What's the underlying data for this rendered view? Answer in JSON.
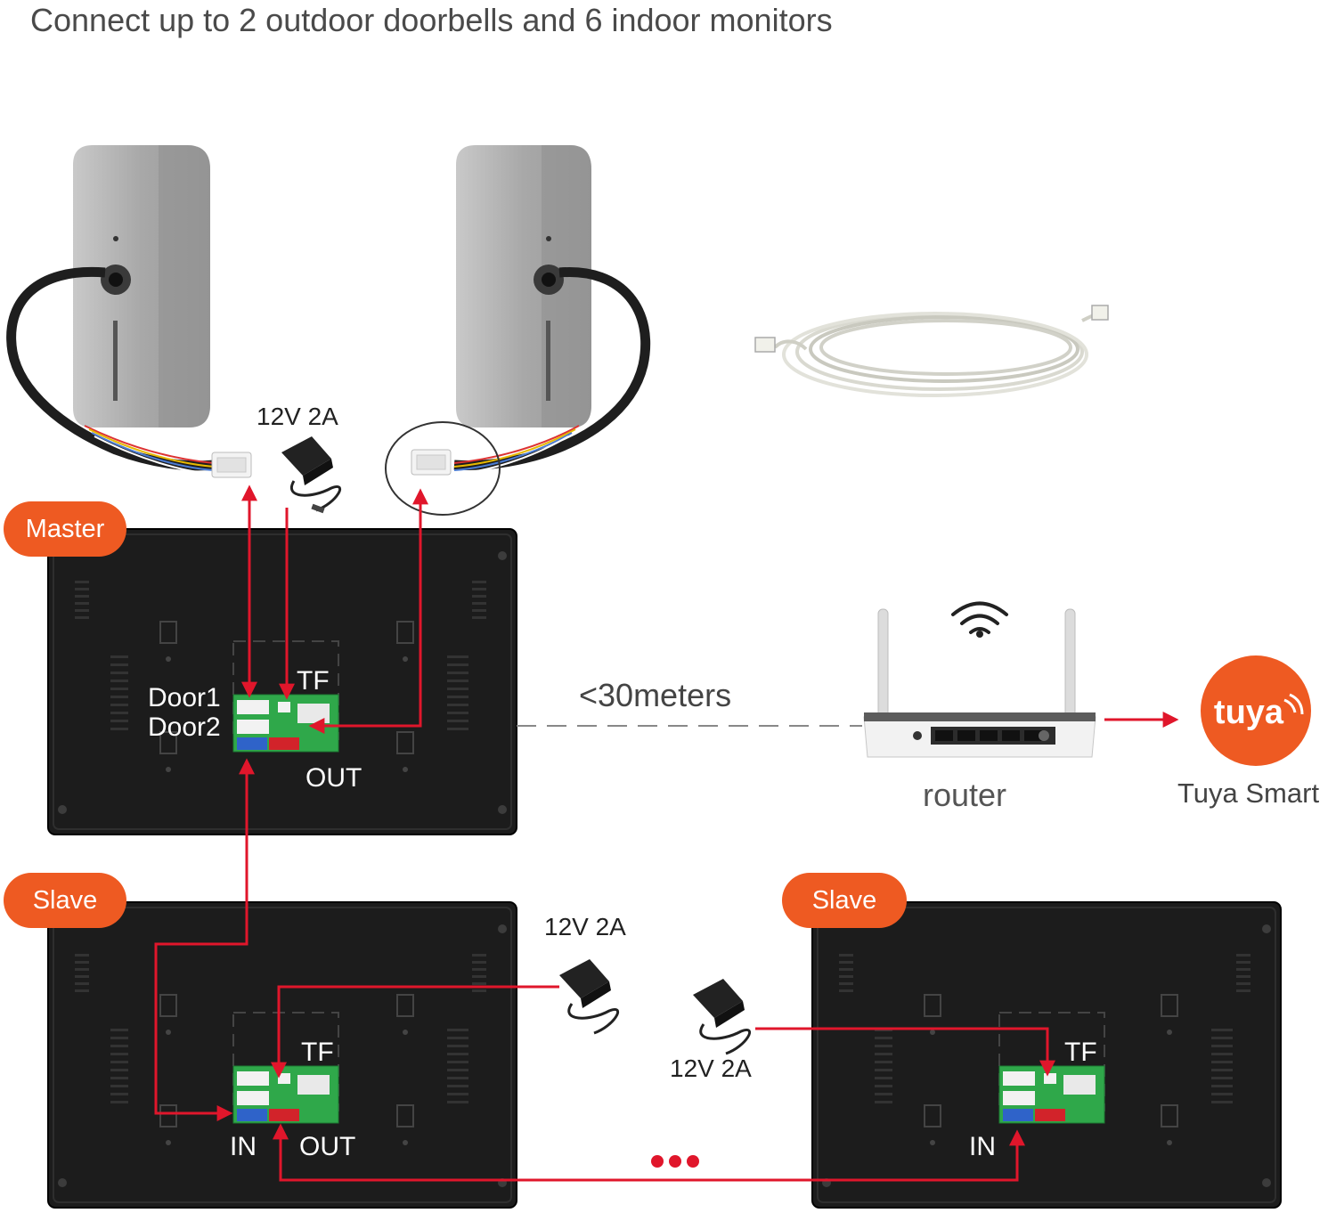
{
  "title": "Connect up to 2 outdoor doorbells and 6 indoor monitors",
  "badges": {
    "master": "Master",
    "slave_left": "Slave",
    "slave_right": "Slave"
  },
  "power": {
    "top": "12V 2A",
    "slave_left": "12V 2A",
    "slave_right": "12V 2A"
  },
  "ports": {
    "door1": "Door1",
    "door2": "Door2",
    "tf": "TF",
    "out": "OUT",
    "in": "IN"
  },
  "distance": "<30meters",
  "router_label": "router",
  "tuya": {
    "logo_text": "tuya",
    "label": "Tuya Smart"
  },
  "colors": {
    "accent": "#ee5a22",
    "wire": "#e0162b",
    "monitor": "#1c1c1c",
    "board": "#2fa84a"
  }
}
